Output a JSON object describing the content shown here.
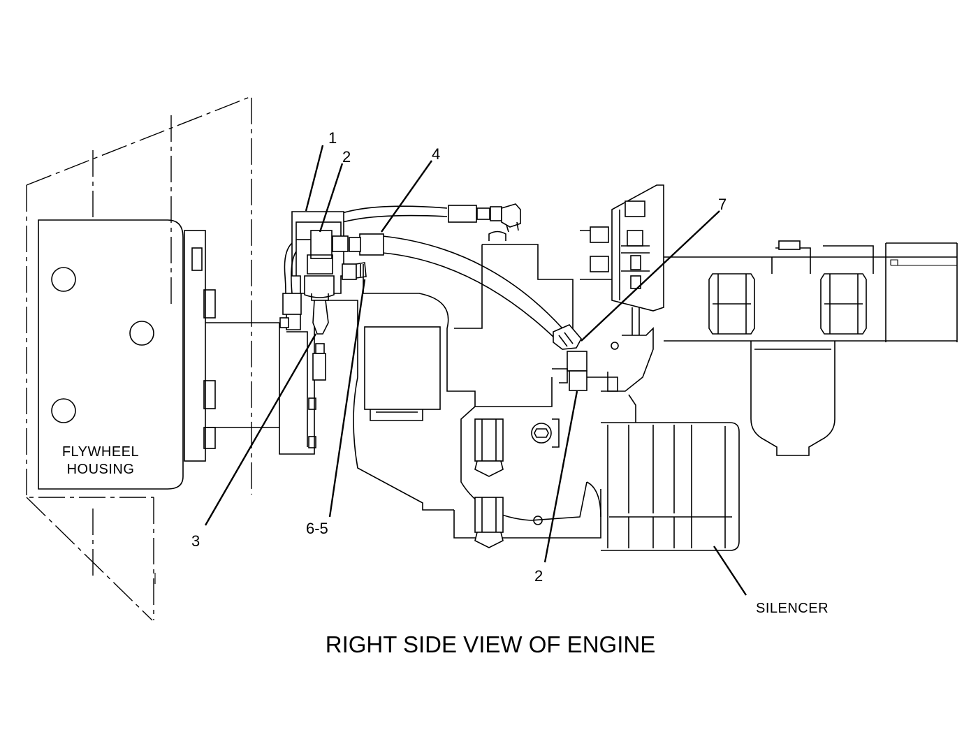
{
  "title": "RIGHT SIDE VIEW OF ENGINE",
  "labels": {
    "flywheel_housing_line1": "FLYWHEEL",
    "flywheel_housing_line2": "HOUSING",
    "silencer": "SILENCER"
  },
  "callouts": {
    "c1": "1",
    "c2_top": "2",
    "c4": "4",
    "c7": "7",
    "c3": "3",
    "c6_5": "6-5",
    "c2_bottom": "2"
  }
}
